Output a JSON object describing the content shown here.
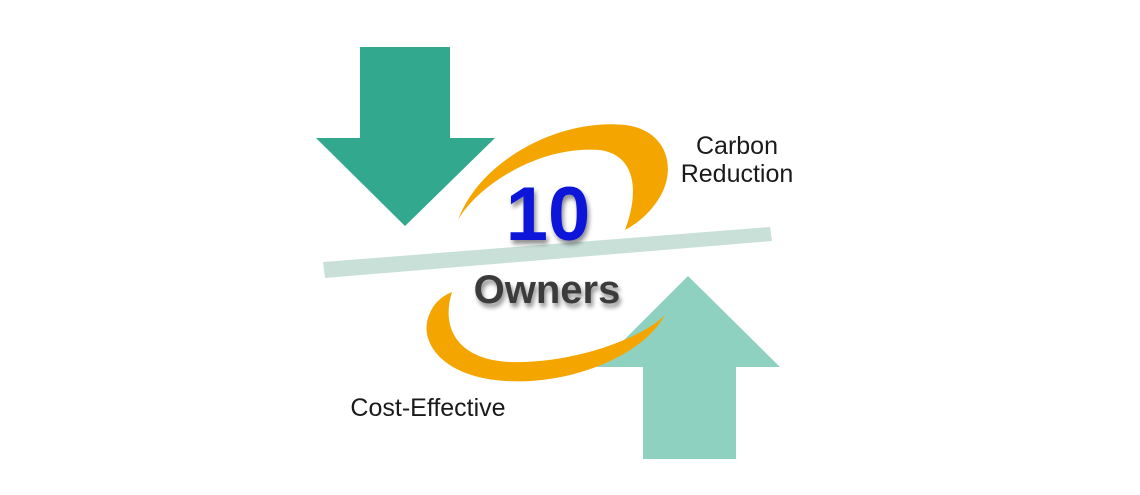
{
  "diagram": {
    "number": "10",
    "center_label": "Owners",
    "top_right_label_line1": "Carbon",
    "top_right_label_line2": "Reduction",
    "bottom_left_label": "Cost-Effective",
    "colors": {
      "down_arrow": "#32a98f",
      "up_arrow": "#8fd1c0",
      "swoosh": "#f5a500",
      "divider": "#c9e0d9",
      "number": "#0a18d8",
      "center_label": "#3b3b3b",
      "labels": "#1a1a1a"
    }
  }
}
